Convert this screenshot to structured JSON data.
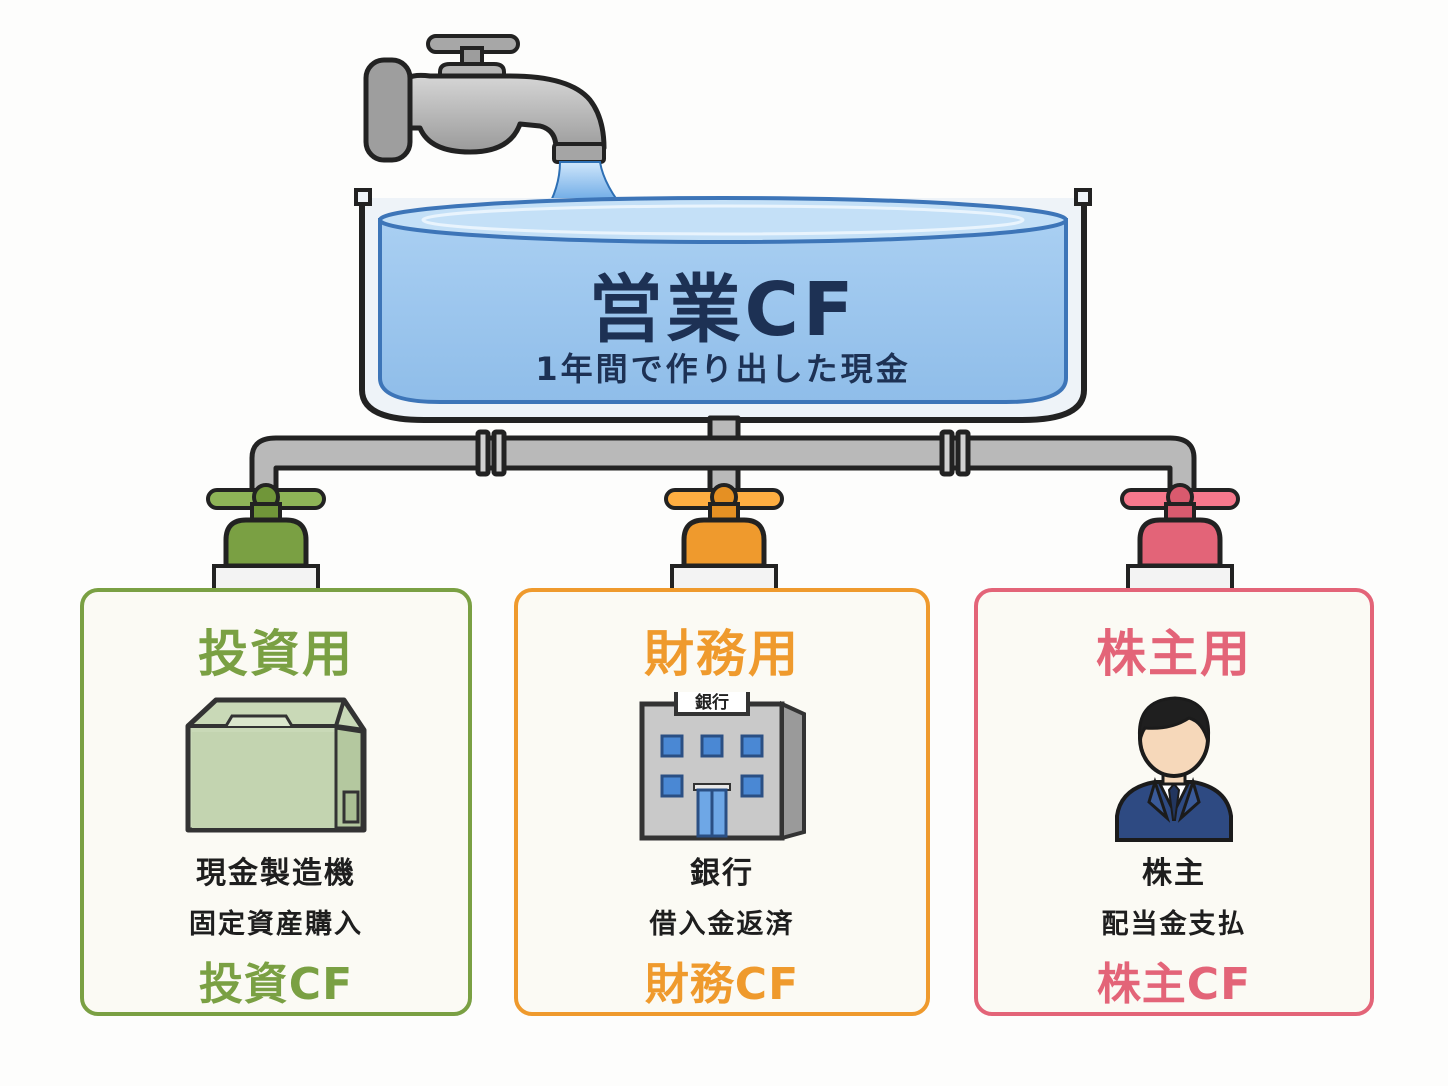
{
  "source": {
    "title": "営業CF",
    "subtitle": "1年間で作り出した現金"
  },
  "outlets": [
    {
      "key": "investment",
      "label": "投資用",
      "item_name": "現金製造機",
      "item_desc": "固定資産購入",
      "cf_label": "投資CF",
      "icon": "factory-icon",
      "color": "#7aa043"
    },
    {
      "key": "finance",
      "label": "財務用",
      "bank_sign": "銀行",
      "item_name": "銀行",
      "item_desc": "借入金返済",
      "cf_label": "財務CF",
      "icon": "bank-icon",
      "color": "#ef9a2d"
    },
    {
      "key": "shareholder",
      "label": "株主用",
      "item_name": "株主",
      "item_desc": "配当金支払",
      "cf_label": "株主CF",
      "icon": "shareholder-icon",
      "color": "#e36478"
    }
  ]
}
